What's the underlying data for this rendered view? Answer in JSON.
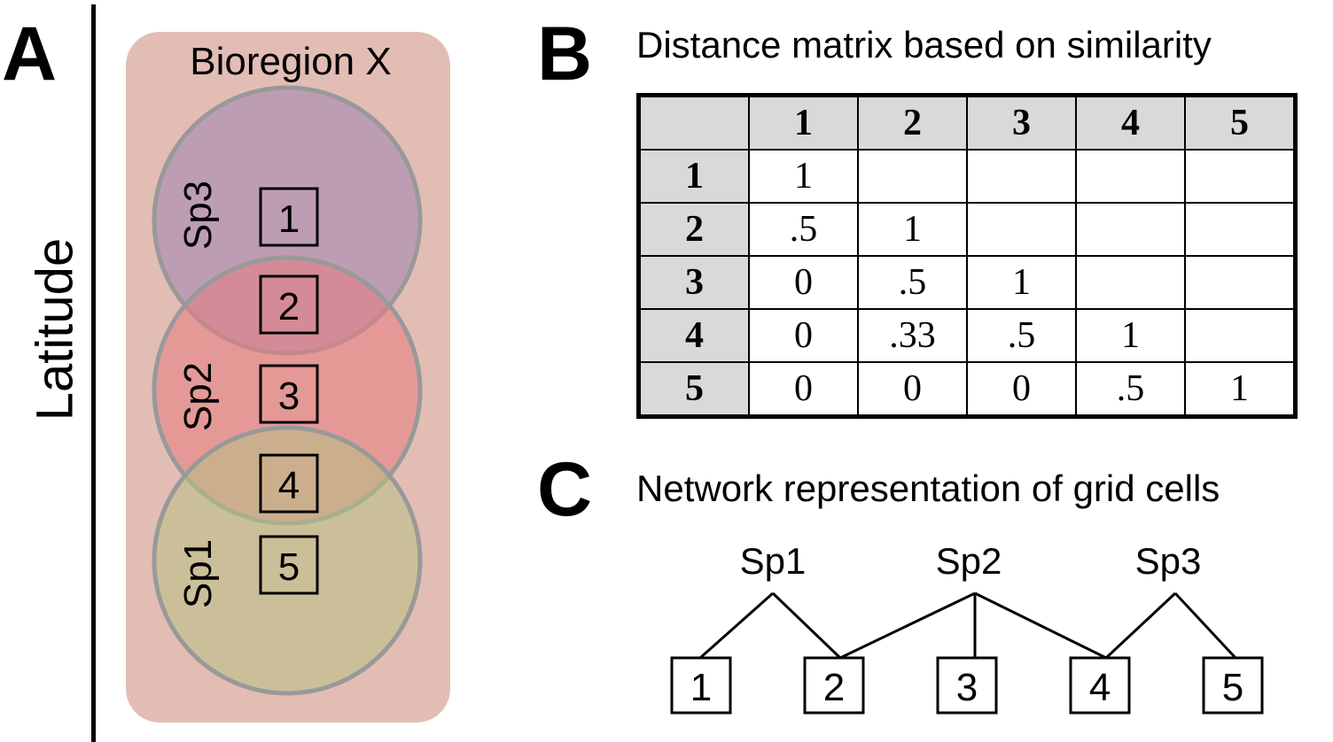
{
  "panel_a": {
    "letter": "A",
    "axis_label": "Latitude",
    "region_label": "Bioregion X",
    "species": [
      {
        "label": "Sp3",
        "color": "#9e84b4"
      },
      {
        "label": "Sp2",
        "color": "#e87c80"
      },
      {
        "label": "Sp1",
        "color": "#b6c183"
      }
    ],
    "region_color": "#e2bdb4",
    "cells": [
      "1",
      "2",
      "3",
      "4",
      "5"
    ]
  },
  "panel_b": {
    "letter": "B",
    "title": "Distance matrix based on similarity",
    "columns": [
      "1",
      "2",
      "3",
      "4",
      "5"
    ],
    "rows": [
      {
        "label": "1",
        "values": [
          "1",
          "",
          "",
          "",
          ""
        ]
      },
      {
        "label": "2",
        "values": [
          ".5",
          "1",
          "",
          "",
          ""
        ]
      },
      {
        "label": "3",
        "values": [
          "0",
          ".5",
          "1",
          "",
          ""
        ]
      },
      {
        "label": "4",
        "values": [
          "0",
          ".33",
          ".5",
          "1",
          ""
        ]
      },
      {
        "label": "5",
        "values": [
          "0",
          "0",
          "0",
          ".5",
          "1"
        ]
      }
    ]
  },
  "panel_c": {
    "letter": "C",
    "title": "Network representation of grid cells",
    "species": [
      "Sp1",
      "Sp2",
      "Sp3"
    ],
    "cells": [
      "1",
      "2",
      "3",
      "4",
      "5"
    ]
  }
}
